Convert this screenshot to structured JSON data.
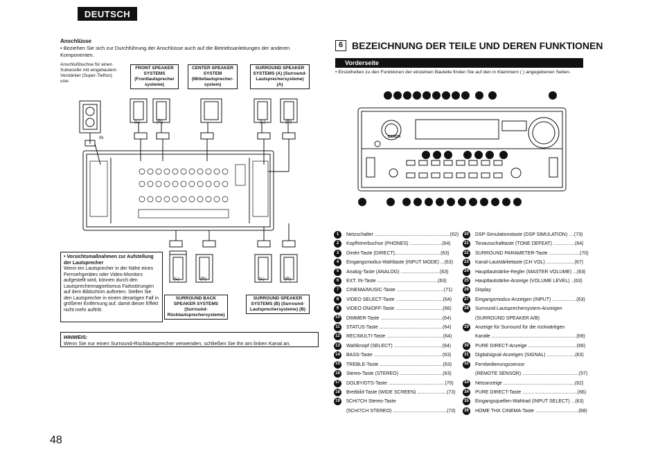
{
  "lang_tab": "DEUTSCH",
  "left": {
    "anschl_title": "Anschlüsse",
    "anschl_text": "•  Beziehen Sie sich zur Durchführung der Anschlüsse auch auf die Betriebsanleitungen der anderen Komponenten.",
    "subwoofer_label": "Anschlußbuchse für einen Subwoofer mit eingebautem Verstärker (Super-Tiefton) usw.",
    "in_label": "IN",
    "front_box": "FRONT SPEAKER SYSTEMS (Frontlautsprecher systeme)",
    "center_box": "CENTER SPEAKER SYSTEM (Mittellautsprecher-system)",
    "surround_a_box": "SURROUND SPEAKER SYSTEMS (A) (Surround-Lautsprechersysteme) (A)",
    "surround_back_box": "SURROUND BACK SPEAKER SYSTEMS (Surround-Rücklautsprechersysteme)",
    "surround_b_box": "SURROUND SPEAKER SYSTEMS (B) (Surround-Lautsprechersysteme) (B)",
    "ch_l": "(L)",
    "ch_r": "(R)",
    "vorsicht_title": "•  Vorsichtsmaßnahmen zur Aufstellung der Lautsprecher",
    "vorsicht_text": "Wenn ein Lautsprecher in der Nähe eines Fernsehgerätes oder Video-Monitors aufgestellt wird, können durch den Lautsprechermagnetismus Farbstörungen auf dem Bildschirm auftreten. Stellen Sie den Lautsprecher in einem derartigen Fall in größerer Entfernung auf, damit dieser Effekt nicht mehr auftritt.",
    "hinweis_title": "HINWEIS:",
    "hinweis_text": "Wenn Sie nur einen Surround-Rücklautsprecher verwenden, schließen Sie ihn am linken Kanal an."
  },
  "right": {
    "section_num": "6",
    "section_title": "BEZEICHNUNG DER TEILE UND DEREN FUNKTIONEN",
    "sub_title": "Vorderseite",
    "sub_note": "•  Einzelheiten zu den Funktionen der einzelnen Bauteile finden Sie auf den in Klammern (   ) angegebenen Seiten.",
    "panel_brand": "DENON",
    "list_left": [
      {
        "n": "1",
        "text": "Netzschalter ........................................................(62)"
      },
      {
        "n": "2",
        "text": "Kopfhörerbuchse (PHONES) ........................(64)"
      },
      {
        "n": "3",
        "text": "Direkt-Taste (DIRECT)..................................(63)"
      },
      {
        "n": "4",
        "text": "Eingangsmodus-Wahltaste (INPUT MODE) ...(63)"
      },
      {
        "n": "5",
        "text": "Analog-Taste (ANALOG) .............................(63)"
      },
      {
        "n": "6",
        "text": "EXT. IN-Taste .............................................(63)"
      },
      {
        "n": "7",
        "text": "CINEMA/MUSIC-Taste ...................................(71)"
      },
      {
        "n": "8",
        "text": "VIDEO SELECT-Taste ...................................(64)"
      },
      {
        "n": "9",
        "text": "VIDEO ON/OFF-Taste ...................................(66)"
      },
      {
        "n": "10",
        "text": "DIMMER-Taste ..............................................(64)"
      },
      {
        "n": "11",
        "text": "STATUS-Taste ...............................................(64)"
      },
      {
        "n": "12",
        "text": "REC/MULTI-Taste ..........................................(64)"
      },
      {
        "n": "13",
        "text": "Wahlknopf (SELECT) ....................................(64)"
      },
      {
        "n": "14",
        "text": "BASS-Taste ...................................................(63)"
      },
      {
        "n": "15",
        "text": "TREBLE-Taste ...............................................(63)"
      },
      {
        "n": "16",
        "text": "Stereo-Taste (STEREO) ................................(63)"
      },
      {
        "n": "17",
        "text": "DOLBY/DTS-Taste ..........................................(70)"
      },
      {
        "n": "18",
        "text": "Breitbild-Taste (WIDE SCREEN) ......................(73)"
      },
      {
        "n": "19",
        "text": "5CH/7CH Stereo-Taste"
      },
      {
        "n": "",
        "text": "(5CH/7CH STEREO) ........................................(73)"
      }
    ],
    "list_right": [
      {
        "n": "20",
        "text": "DSP-Simulationstaste (DSP SIMULATION) ....(73)"
      },
      {
        "n": "21",
        "text": "Tonausschalttaste (TONE DEFEAT) ................(64)"
      },
      {
        "n": "22",
        "text": "SURROUND PARAMETER-Taste .......................(70)"
      },
      {
        "n": "23",
        "text": "Kanal-Lautstärketaste (CH VOL) .....................(67)"
      },
      {
        "n": "24",
        "text": "Hauptlautstärke-Regler (MASTER VOLUME) ...(63)"
      },
      {
        "n": "25",
        "text": "Hauptlautstärke-Anzeige (VOLUME LEVEL) ..(63)"
      },
      {
        "n": "26",
        "text": "Display"
      },
      {
        "n": "27",
        "text": "Eingangsmodus-Anzeigen (INPUT) ..................(63)"
      },
      {
        "n": "28",
        "text": "Surround-Lautsprechersystem-Anzeigen"
      },
      {
        "n": "",
        "text": "(SURROUND SPEAKER A/B)"
      },
      {
        "n": "29",
        "text": "Anzeige für Surround für die rückwärtigen"
      },
      {
        "n": "",
        "text": "Kanäle ...............................................................(69)"
      },
      {
        "n": "30",
        "text": "PURE DIRECT-Anzeige ....................................(66)"
      },
      {
        "n": "31",
        "text": "Digitalsignal-Anzeigen (SIGNAL) .....................(63)"
      },
      {
        "n": "32",
        "text": "Fernbedienungssensor"
      },
      {
        "n": "",
        "text": "(REMOTE SENSOR) ..........................................(57)"
      },
      {
        "n": "33",
        "text": "Netzanzeige .....................................................(62)"
      },
      {
        "n": "34",
        "text": "PURE DIRECT-Taste .........................................(66)"
      },
      {
        "n": "35",
        "text": "Eingangsquellen-Wahlrad (INPUT SELECT) ...(63)"
      },
      {
        "n": "36",
        "text": "HOME THX CINEMA-Taste ................................(68)"
      }
    ]
  },
  "page_number": "48"
}
